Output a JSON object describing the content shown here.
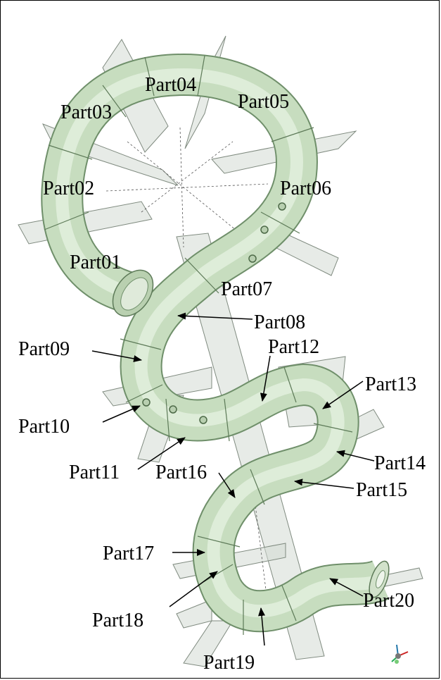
{
  "figure": {
    "labels": [
      "Part01",
      "Part02",
      "Part03",
      "Part04",
      "Part05",
      "Part06",
      "Part07",
      "Part08",
      "Part09",
      "Part10",
      "Part11",
      "Part12",
      "Part13",
      "Part14",
      "Part15",
      "Part16",
      "Part17",
      "Part18",
      "Part19",
      "Part20"
    ]
  },
  "colors": {
    "tube": "#c9dfc1",
    "tube_edge": "#6f8f6a",
    "plane": "#c8cfc8",
    "line": "#000000"
  },
  "icons": [
    "coordinate-triad-icon"
  ]
}
